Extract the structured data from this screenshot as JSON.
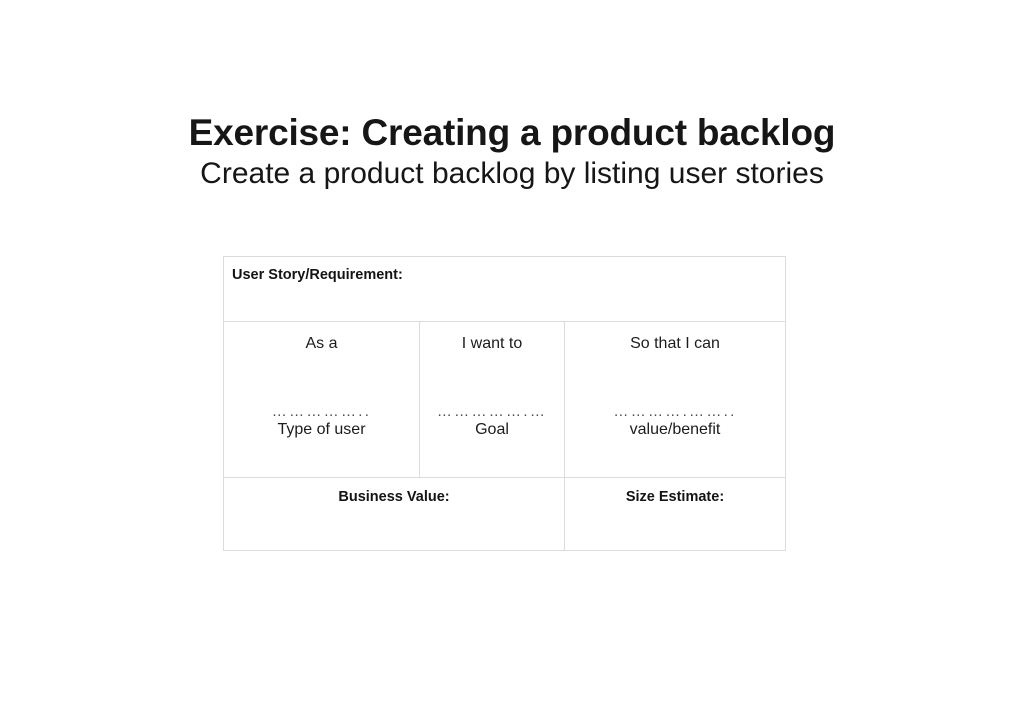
{
  "slide": {
    "title": "Exercise: Creating a product backlog",
    "subtitle": "Create a product backlog by listing user stories"
  },
  "story_card": {
    "requirement_label": "User Story/Requirement:",
    "columns": [
      {
        "head": "As a",
        "blank": "……………..",
        "sub": "Type of user"
      },
      {
        "head": "I want to",
        "blank": "…………….…",
        "sub": "Goal"
      },
      {
        "head": "So that I can",
        "blank": "………….……..",
        "sub": "value/benefit"
      }
    ],
    "footer": [
      {
        "label": "Business Value:"
      },
      {
        "label": "Size Estimate:"
      }
    ]
  },
  "colors": {
    "background": "#ffffff",
    "text": "#161616",
    "border": "#dcdcdc",
    "dotted": "#4d4d4d"
  }
}
